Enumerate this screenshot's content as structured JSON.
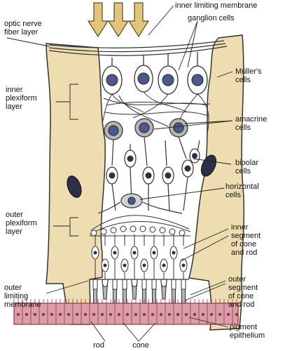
{
  "colors": {
    "muller": "#eeddb0",
    "outline": "#333333",
    "nucleus": "#4a5a8c",
    "nucleus_ring": "#b5b5b5",
    "dark_nucleus": "#2c3148",
    "epithelium": "#d7a0a8",
    "epithelium_dark": "#9c2f46",
    "arrow": "#e2c47c",
    "arrow_stroke": "#5a4a20"
  },
  "labels": {
    "inner_limiting_membrane": "inner limiting membrane",
    "optic_nerve_fiber_layer": "optic nerve\nfiber layer",
    "ganglion_cells": "ganglion cells",
    "inner_plexiform_layer": "inner\nplexiform\nlayer",
    "muller_cells": "Müller's\ncells",
    "amacrine_cells": "amacrine\ncells",
    "bipolar_cells": "bipolar\ncells",
    "horizontal_cells": "horizontal\ncells",
    "outer_plexiform_layer": "outer\nplexiform\nlayer",
    "inner_segment": "inner\nsegment\nof cone\nand rod",
    "outer_limiting_membrane": "outer\nlimiting\nmembrane",
    "outer_segment": "outer\nsegment\nof cone\nand rod",
    "pigment_epithelium": "pigment\nepithelium",
    "rod": "rod",
    "cone": "cone"
  }
}
